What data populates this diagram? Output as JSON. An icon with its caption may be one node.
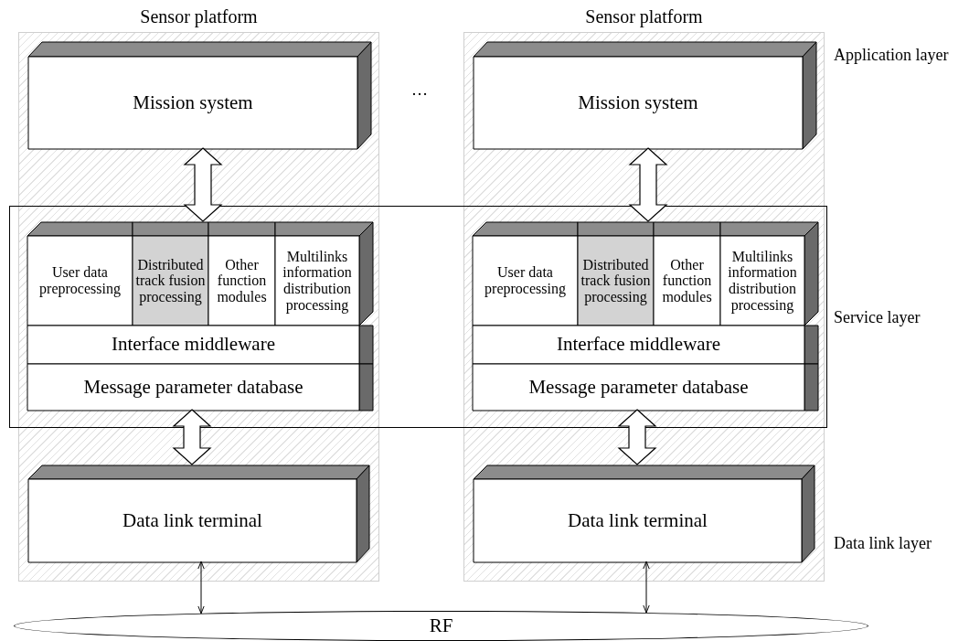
{
  "diagram": {
    "nodes": [
      {
        "text": [
          "Sensor platform"
        ]
      },
      {
        "text": [
          "Mission system"
        ],
        "in": 0
      },
      {
        "text": [
          "User data preprocessing"
        ],
        "in": 0
      },
      {
        "text": [
          "Distributed track fusion processing"
        ],
        "in": 0
      },
      {
        "text": [
          "Other function modules"
        ],
        "in": 0
      },
      {
        "text": [
          "Multilinks information distribution processing"
        ],
        "in": 0
      },
      {
        "text": [
          "Interface middleware"
        ],
        "in": 0
      },
      {
        "text": [
          "Message parameter database"
        ],
        "in": 0
      },
      {
        "text": [
          "Data link terminal"
        ],
        "in": 0
      },
      {
        "text": [
          "Sensor platform"
        ]
      },
      {
        "text": [
          "Mission system"
        ],
        "in": 9
      },
      {
        "text": [
          "User data preprocessing"
        ],
        "in": 9
      },
      {
        "text": [
          "Distributed track fusion processing"
        ],
        "in": 9
      },
      {
        "text": [
          "Other function modules"
        ],
        "in": 9
      },
      {
        "text": [
          "Multilinks information distribution processing"
        ],
        "in": 9
      },
      {
        "text": [
          "Interface middleware"
        ],
        "in": 9
      },
      {
        "text": [
          "Message parameter database"
        ],
        "in": 9
      },
      {
        "text": [
          "Data link terminal"
        ],
        "in": 9
      },
      {
        "text": [
          "RF"
        ]
      }
    ],
    "edges": [
      {
        "from": 1,
        "to": 3,
        "arrow": "both",
        "style": "thick"
      },
      {
        "from": 7,
        "to": 8,
        "arrow": "both",
        "style": "thick"
      },
      {
        "from": 8,
        "to": 18,
        "arrow": "both"
      },
      {
        "from": 10,
        "to": 12,
        "arrow": "both",
        "style": "thick"
      },
      {
        "from": 16,
        "to": 17,
        "arrow": "both",
        "style": "thick"
      },
      {
        "from": 17,
        "to": 18,
        "arrow": "both"
      }
    ],
    "labels": [
      "…",
      "Application layer",
      "Service layer",
      "Data link layer"
    ]
  }
}
